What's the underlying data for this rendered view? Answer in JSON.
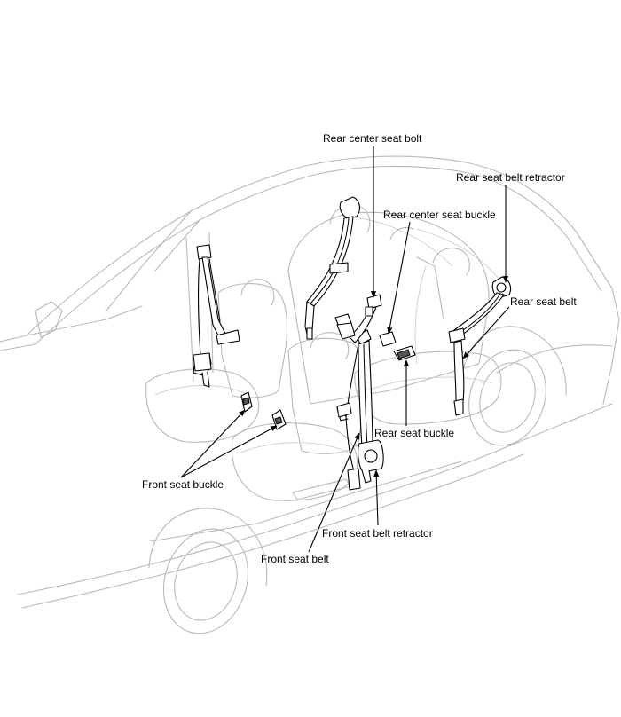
{
  "labels": {
    "rear_center_seat_bolt": "Rear center seat bolt",
    "rear_seat_belt_retractor": "Rear seat belt retractor",
    "rear_center_seat_buckle": "Rear center seat buckle",
    "rear_seat_belt": "Rear seat belt",
    "rear_seat_buckle": "Rear seat buckle",
    "front_seat_buckle": "Front seat buckle",
    "front_seat_belt_retractor": "Front seat belt retractor",
    "front_seat_belt": "Front seat belt"
  },
  "colors": {
    "outline": "#b9b9b9",
    "ink": "#000000",
    "background": "#ffffff"
  }
}
